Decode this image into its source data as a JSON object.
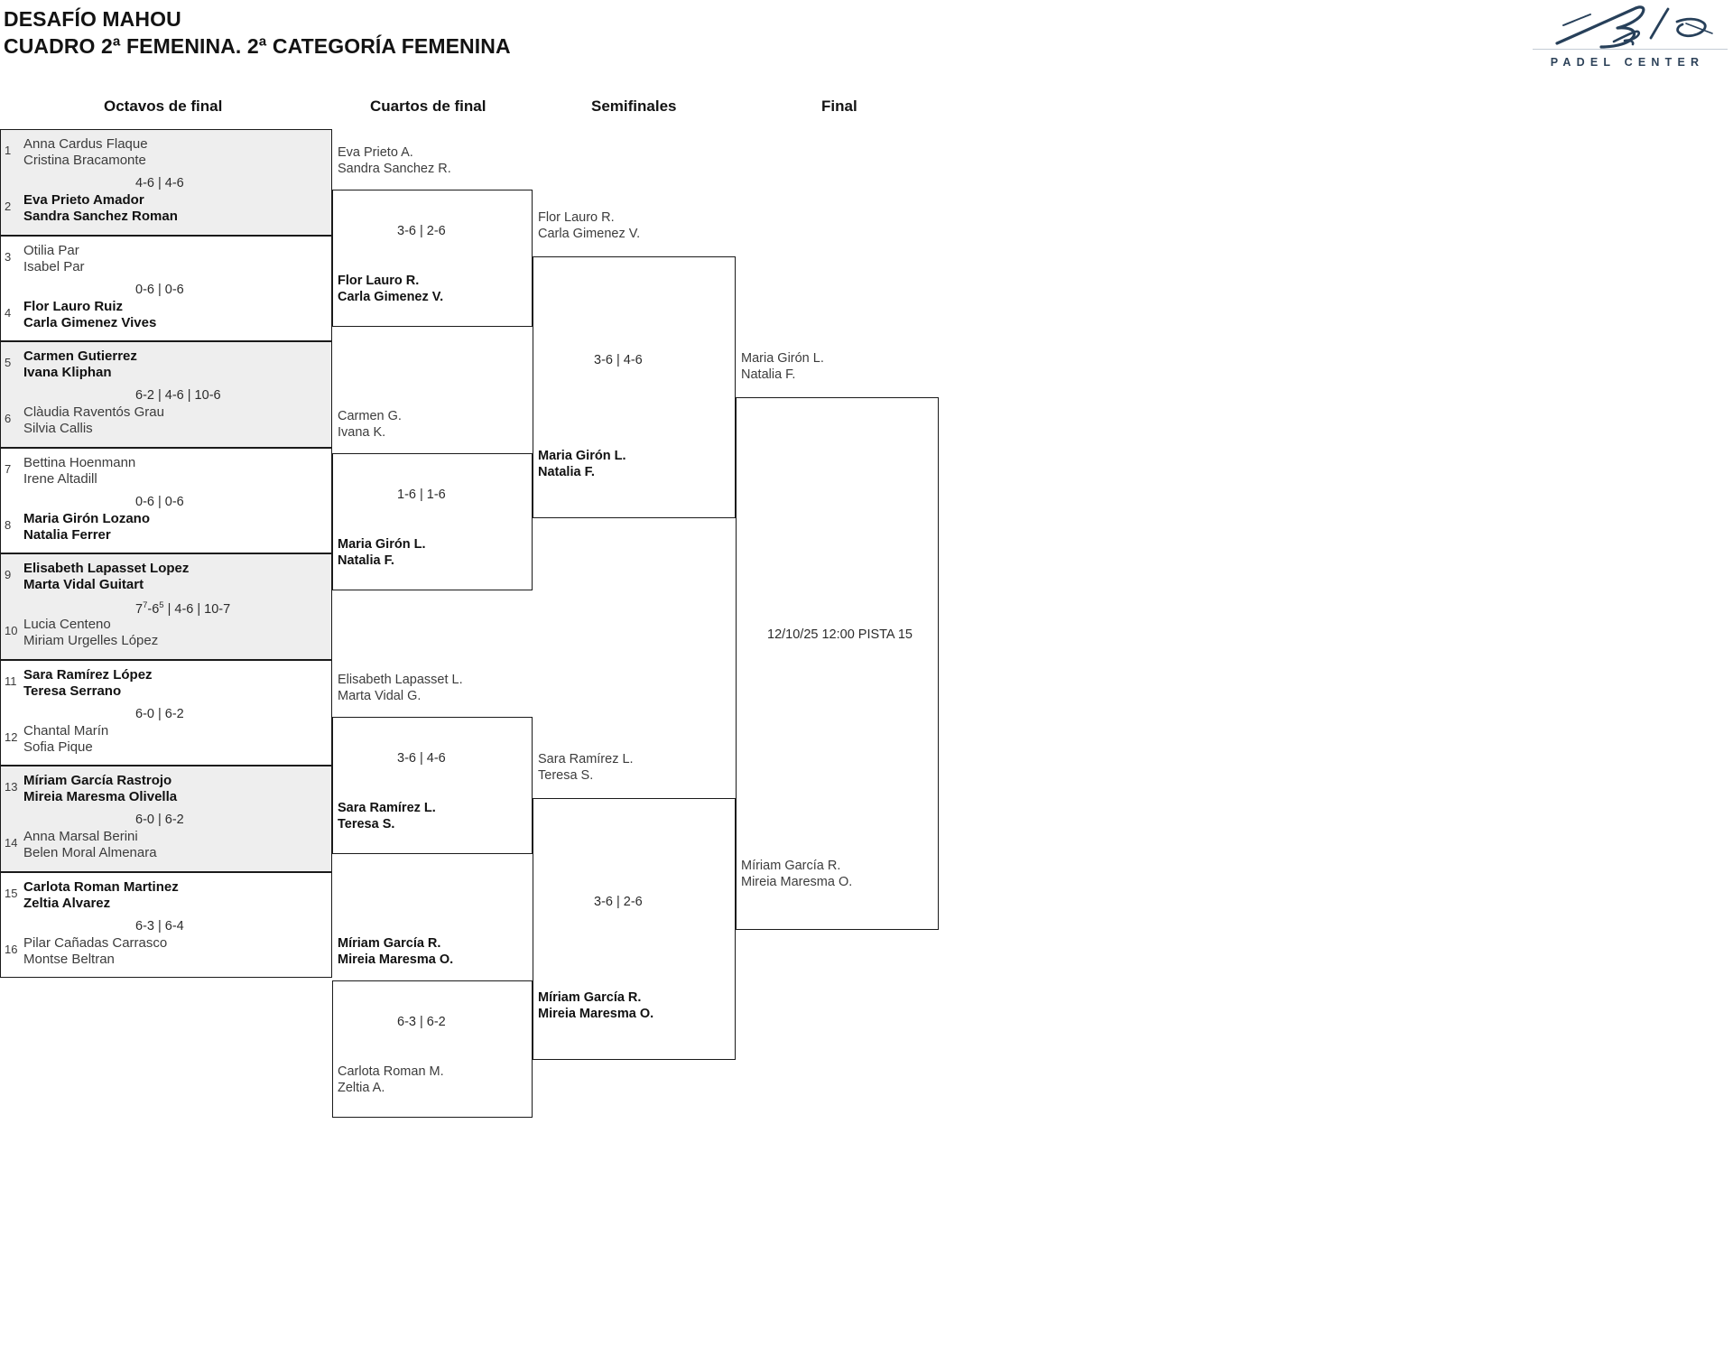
{
  "header": {
    "title_line1": "DESAFÍO MAHOU",
    "title_line2": "CUADRO 2ª FEMENINA. 2ª CATEGORÍA FEMENINA"
  },
  "logo": {
    "wordmark": "PADEL CENTER",
    "script": "Bela",
    "color": "#2d4259"
  },
  "rounds": [
    {
      "label": "Octavos de final"
    },
    {
      "label": "Cuartos de final"
    },
    {
      "label": "Semifinales"
    },
    {
      "label": "Final"
    }
  ],
  "round1": {
    "entries": [
      {
        "seed": "1",
        "p1": "Anna Cardus Flaque",
        "p2": "Cristina Bracamonte",
        "winner": false
      },
      {
        "seed": "2",
        "p1": "Eva Prieto Amador",
        "p2": "Sandra Sanchez Roman",
        "winner": true
      },
      {
        "seed": "3",
        "p1": "Otilia Par",
        "p2": "Isabel Par",
        "winner": false
      },
      {
        "seed": "4",
        "p1": "Flor Lauro Ruiz",
        "p2": "Carla Gimenez Vives",
        "winner": true
      },
      {
        "seed": "5",
        "p1": "Carmen Gutierrez",
        "p2": "Ivana Kliphan",
        "winner": true
      },
      {
        "seed": "6",
        "p1": "Clàudia Raventós Grau",
        "p2": "Silvia Callis",
        "winner": false
      },
      {
        "seed": "7",
        "p1": "Bettina Hoenmann",
        "p2": "Irene Altadill",
        "winner": false
      },
      {
        "seed": "8",
        "p1": "Maria Girón Lozano",
        "p2": "Natalia Ferrer",
        "winner": true
      },
      {
        "seed": "9",
        "p1": "Elisabeth Lapasset Lopez",
        "p2": "Marta Vidal Guitart",
        "winner": true
      },
      {
        "seed": "10",
        "p1": "Lucia Centeno",
        "p2": "Miriam Urgelles López",
        "winner": false
      },
      {
        "seed": "11",
        "p1": "Sara Ramírez López",
        "p2": "Teresa Serrano",
        "winner": true
      },
      {
        "seed": "12",
        "p1": "Chantal Marín",
        "p2": "Sofia Pique",
        "winner": false
      },
      {
        "seed": "13",
        "p1": "Míriam García Rastrojo",
        "p2": "Mireia Maresma Olivella",
        "winner": true
      },
      {
        "seed": "14",
        "p1": "Anna Marsal Berini",
        "p2": "Belen Moral Almenara",
        "winner": false
      },
      {
        "seed": "15",
        "p1": "Carlota Roman Martinez",
        "p2": "Zeltia Alvarez",
        "winner": true
      },
      {
        "seed": "16",
        "p1": "Pilar Cañadas Carrasco",
        "p2": "Montse Beltran",
        "winner": false
      }
    ],
    "scores": [
      {
        "text": "4-6 | 4-6"
      },
      {
        "text": "0-6 | 0-6"
      },
      {
        "text": "6-2 | 4-6 | 10-6"
      },
      {
        "text": "0-6 | 0-6"
      },
      {
        "html": "7<sup>7</sup>-6<sup>5</sup> | 4-6 | 10-7"
      },
      {
        "text": "6-0 | 6-2"
      },
      {
        "text": "6-0 | 6-2"
      },
      {
        "text": "6-3 | 6-4"
      }
    ]
  },
  "quarterfinals": [
    {
      "top_p1": "Eva Prieto A.",
      "top_p2": "Sandra Sanchez R.",
      "top_win": false,
      "bot_p1": "Flor Lauro R.",
      "bot_p2": "Carla Gimenez V.",
      "bot_win": true,
      "score": "3-6 | 2-6"
    },
    {
      "top_p1": "Carmen G.",
      "top_p2": "Ivana K.",
      "top_win": false,
      "bot_p1": "Maria Girón L.",
      "bot_p2": "Natalia F.",
      "bot_win": true,
      "score": "1-6 | 1-6"
    },
    {
      "top_p1": "Elisabeth Lapasset L.",
      "top_p2": "Marta Vidal G.",
      "top_win": false,
      "bot_p1": "Sara Ramírez L.",
      "bot_p2": "Teresa S.",
      "bot_win": true,
      "score": "3-6 | 4-6"
    },
    {
      "top_p1": "Míriam García R.",
      "top_p2": "Mireia Maresma O.",
      "top_win": true,
      "bot_p1": "Carlota Roman M.",
      "bot_p2": "Zeltia A.",
      "bot_win": false,
      "score": "6-3 | 6-2"
    }
  ],
  "semifinals": [
    {
      "top_p1": "Flor Lauro R.",
      "top_p2": "Carla Gimenez V.",
      "top_win": false,
      "bot_p1": "Maria Girón L.",
      "bot_p2": "Natalia F.",
      "bot_win": true,
      "score": "3-6 | 4-6"
    },
    {
      "top_p1": "Sara Ramírez L.",
      "top_p2": "Teresa S.",
      "top_win": false,
      "bot_p1": "Míriam García R.",
      "bot_p2": "Mireia Maresma O.",
      "bot_win": true,
      "score": "3-6 | 2-6"
    }
  ],
  "final": {
    "top_p1": "Maria Girón L.",
    "top_p2": "Natalia F.",
    "bot_p1": "Míriam García R.",
    "bot_p2": "Mireia Maresma O.",
    "schedule": "12/10/25 12:00 PISTA 15"
  }
}
